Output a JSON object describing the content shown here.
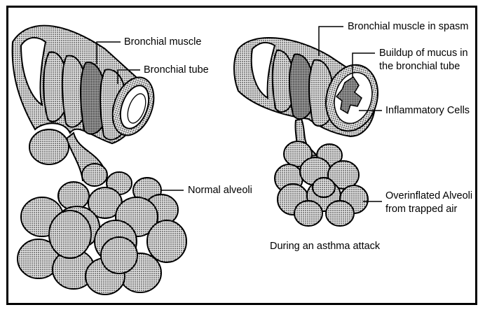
{
  "colors": {
    "ink": "#000000",
    "fill": "#cfcfcf",
    "paper": "#ffffff"
  },
  "normal": {
    "bronchial_muscle": "Bronchial muscle",
    "bronchial_tube": "Bronchial tube",
    "normal_alveoli": "Normal alveoli"
  },
  "asthma": {
    "muscle_spasm": "Bronchial muscle in spasm",
    "mucus_line1": "Buildup of mucus in",
    "mucus_line2": "the bronchial tube",
    "inflammatory_cells": "Inflammatory Cells",
    "overinflated_line1": "Overinflated Alveoli",
    "overinflated_line2": "from  trapped air",
    "caption": "During an asthma attack"
  }
}
